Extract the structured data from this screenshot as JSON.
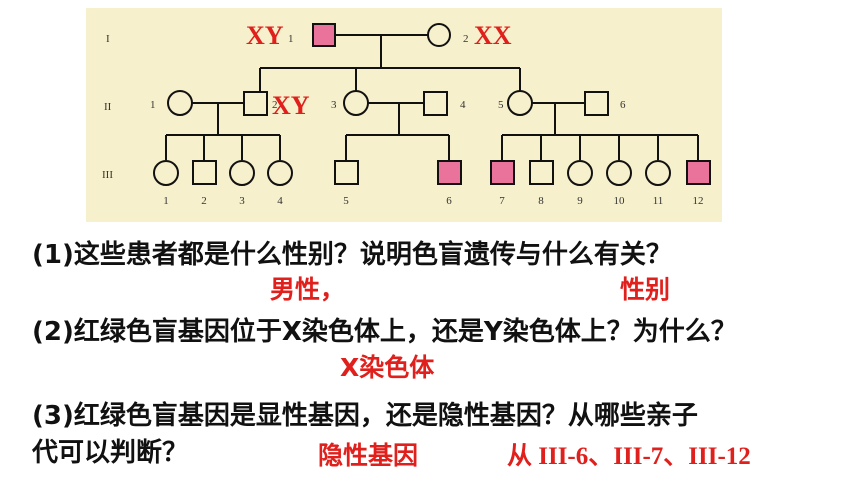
{
  "pedigree": {
    "generations": [
      "I",
      "II",
      "III"
    ],
    "gen1": {
      "labels": [
        "1",
        "2"
      ],
      "tag_left": "XY",
      "tag_right": "XX"
    },
    "gen2": {
      "labels": [
        "1",
        "2",
        "3",
        "4",
        "5",
        "6"
      ],
      "tag": "XY"
    },
    "gen3": {
      "labels": [
        "1",
        "2",
        "3",
        "4",
        "5",
        "6",
        "7",
        "8",
        "9",
        "10",
        "11",
        "12"
      ]
    },
    "affected_color": "#e9739b"
  },
  "questions": {
    "q1": "(1)这些患者都是什么性别？说明色盲遗传与什么有关？",
    "q1_answer_a": "男性，",
    "q1_answer_b": "性别",
    "q2": "(2)红绿色盲基因位于X染色体上，还是Y染色体上？为什么？",
    "q2_answer": "X染色体",
    "q3_line1": "(3)红绿色盲基因是显性基因，还是隐性基因？从哪些亲子",
    "q3_line2": "代可以判断？",
    "q3_answer_a": "隐性基因",
    "q3_answer_b": "从 III-6、III-7、III-12"
  }
}
